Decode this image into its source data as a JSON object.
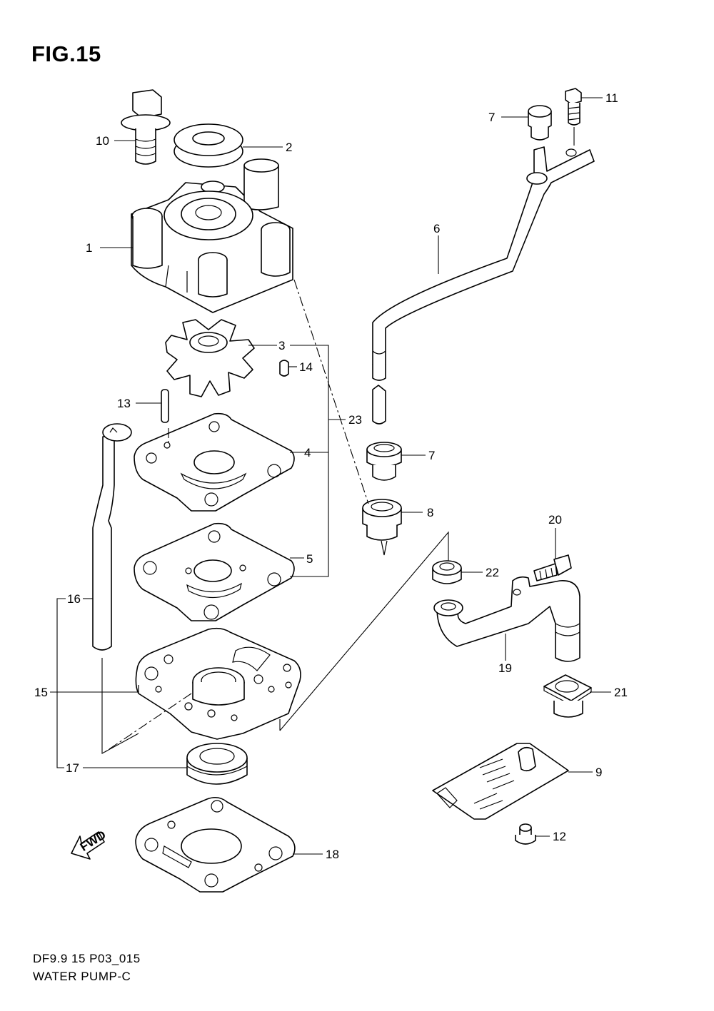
{
  "figure_title": "FIG.15",
  "footer": {
    "code": "DF9.9 15 P03_015",
    "name": "WATER PUMP-C"
  },
  "fwd_arrow_text": "FWD",
  "callouts": {
    "p1": "1",
    "p2": "2",
    "p3": "3",
    "p4": "4",
    "p5": "5",
    "p6": "6",
    "p7a": "7",
    "p7b": "7",
    "p8": "8",
    "p9": "9",
    "p10": "10",
    "p11": "11",
    "p12": "12",
    "p13": "13",
    "p14": "14",
    "p15": "15",
    "p16": "16",
    "p17": "17",
    "p18": "18",
    "p19": "19",
    "p20": "20",
    "p21": "21",
    "p22": "22",
    "p23": "23"
  }
}
